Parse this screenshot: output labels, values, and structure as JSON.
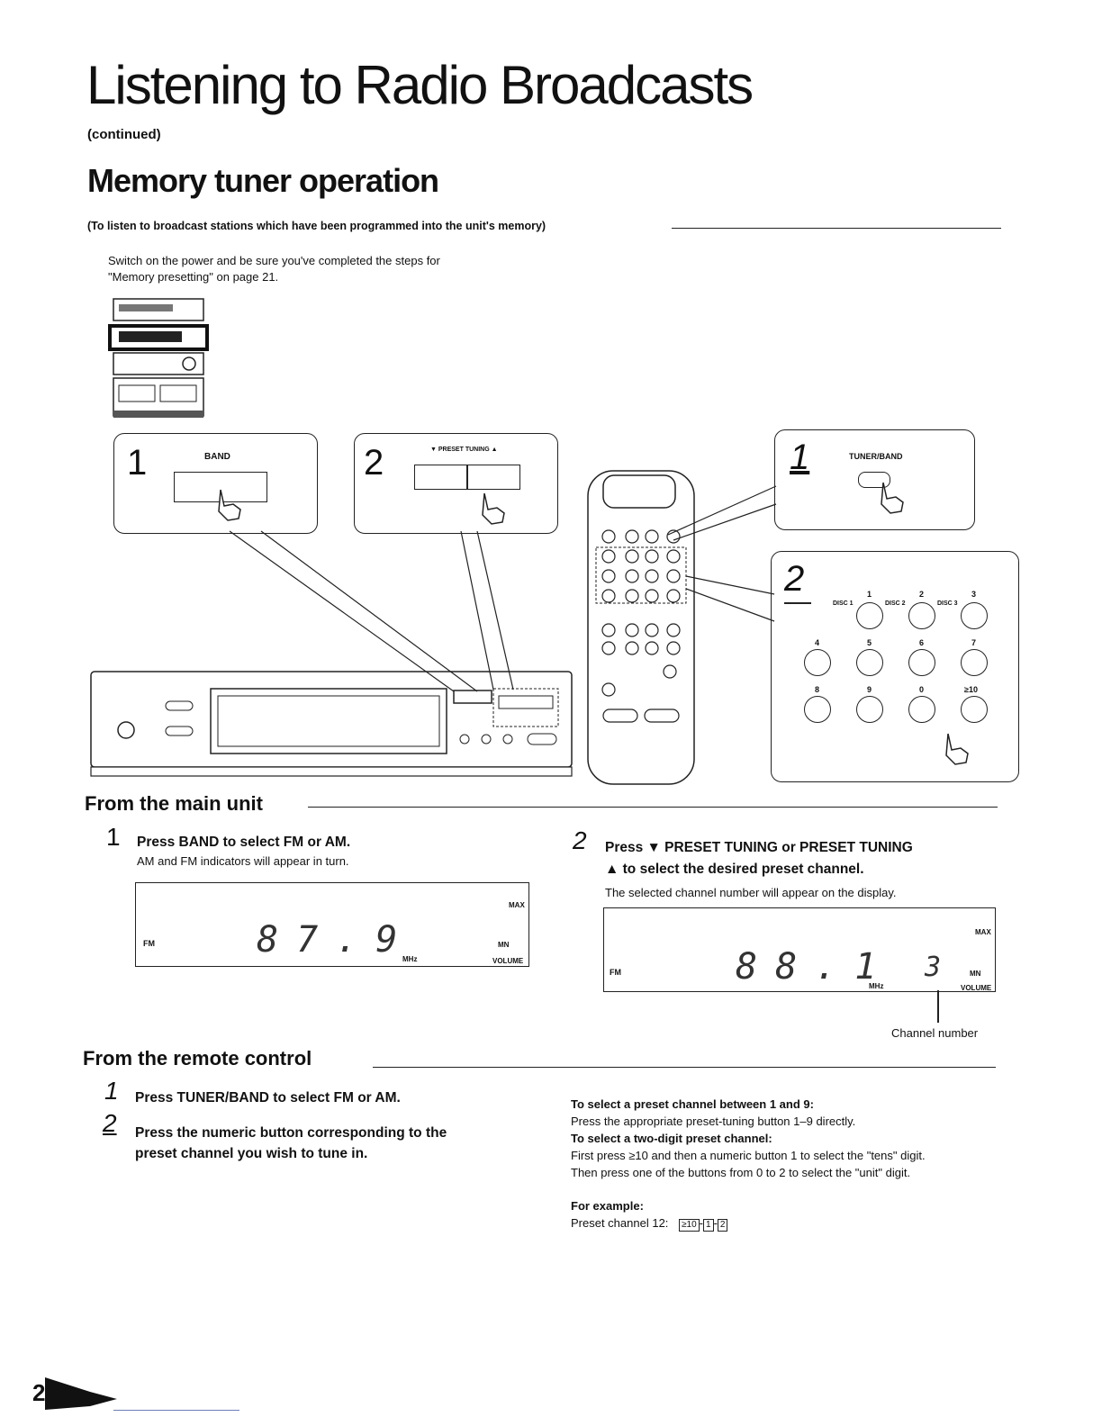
{
  "header": {
    "title": "Listening to Radio Broadcasts",
    "continued": "(continued)",
    "subtitle": "Memory tuner operation",
    "note": "(To listen to broadcast stations which have been programmed into the unit's memory)",
    "intro_line1": "Switch on the power and be sure you've completed the steps for",
    "intro_line2": "\"Memory presetting\" on page 21."
  },
  "illustration": {
    "main_step1_num": "1",
    "main_step1_label": "BAND",
    "main_step2_num": "2",
    "main_step2_label": "▼ PRESET TUNING ▲",
    "remote_step1_num": "1",
    "remote_step1_label": "TUNER/BAND",
    "remote_step2_num": "2",
    "numpad": [
      {
        "key": "1",
        "sub": "DISC 1"
      },
      {
        "key": "2",
        "sub": "DISC 2"
      },
      {
        "key": "3",
        "sub": "DISC 3"
      },
      {
        "key": "4",
        "sub": ""
      },
      {
        "key": "5",
        "sub": ""
      },
      {
        "key": "6",
        "sub": ""
      },
      {
        "key": "7",
        "sub": ""
      },
      {
        "key": "8",
        "sub": ""
      },
      {
        "key": "9",
        "sub": ""
      },
      {
        "key": "0",
        "sub": ""
      },
      {
        "key": "≥10",
        "sub": ""
      }
    ]
  },
  "main_unit": {
    "heading": "From the main unit",
    "step1_num": "1",
    "step1_text": "Press BAND to select FM or AM.",
    "step1_detail": "AM and FM indicators will appear in turn.",
    "step2_num": "2",
    "step2_line1": "Press ▼ PRESET TUNING or PRESET TUNING",
    "step2_line2": "▲ to select the desired preset channel.",
    "step2_detail": "The selected channel number will appear on the display.",
    "display1": {
      "band": "FM",
      "freq": "87.9",
      "unit": "MHz",
      "max": "MAX",
      "mn": "MN",
      "volume": "VOLUME"
    },
    "display2": {
      "band": "FM",
      "freq": "88.1",
      "unit": "MHz",
      "max": "MAX",
      "mn": "MN",
      "volume": "VOLUME",
      "channel": "3"
    },
    "channel_label": "Channel number"
  },
  "remote": {
    "heading": "From the remote control",
    "step1_num": "1",
    "step1_text": "Press TUNER/BAND to select FM or AM.",
    "step2_num": "2",
    "step2_line1": "Press the numeric button corresponding to the",
    "step2_line2": "preset channel you wish to tune in.",
    "single_title": "To select a preset channel between 1 and 9:",
    "single_text": "Press the appropriate preset-tuning button 1–9 directly.",
    "double_title": "To select a two-digit preset channel:",
    "double_text1": "First press ≥10 and then a numeric button 1 to select the \"tens\" digit.",
    "double_text2": "Then press one of the buttons from 0 to 2 to select the \"unit\" digit.",
    "example_title": "For example:",
    "example_text": "Preset channel 12:",
    "example_keys": [
      "≥10",
      "1",
      "2"
    ]
  },
  "footer": {
    "page_num": "2"
  }
}
